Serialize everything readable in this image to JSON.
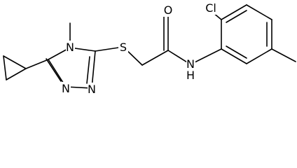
{
  "molecule": {
    "atom_labels": {
      "chlorine": "Cl",
      "carbonyl_oxygen": "O",
      "amide_nitrogen": "N",
      "amide_hydrogen": "H",
      "thioether_sulfur": "S",
      "triazole_n4": "N",
      "triazole_n1": "N",
      "triazole_n2": "N"
    }
  },
  "colors": {
    "bond": "#000000",
    "background": "#ffffff"
  }
}
